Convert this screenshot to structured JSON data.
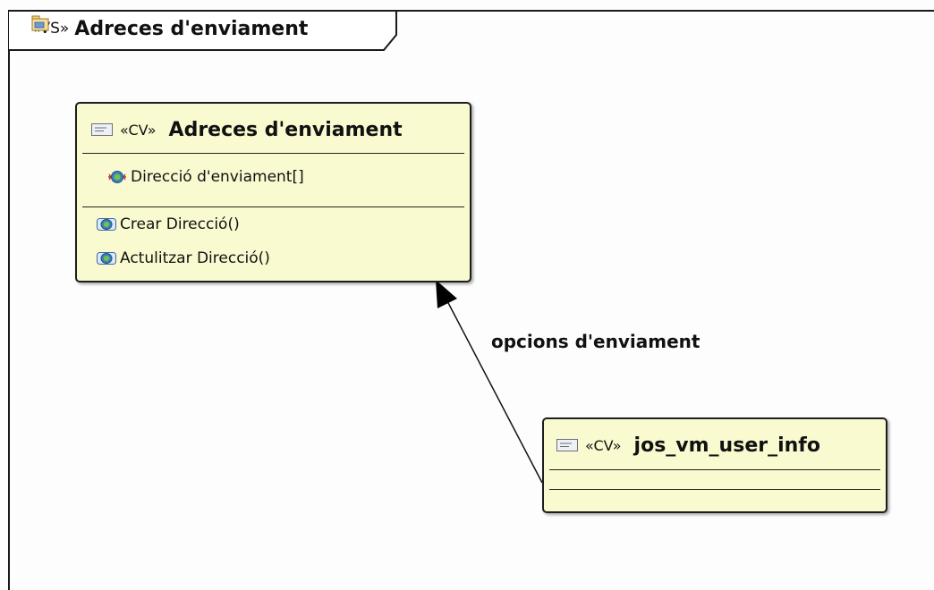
{
  "frame": {
    "stereotype": "«VS»",
    "title": "Adreces d'enviament",
    "icon": "package-icon"
  },
  "class_main": {
    "stereotype": "«CV»",
    "name": "Adreces d'enviament",
    "icon": "class-view-icon",
    "attributes": [
      {
        "label": "Direcció d'enviament[]",
        "icon": "attribute-icon"
      }
    ],
    "operations": [
      {
        "label": "Crear Direcció()",
        "icon": "operation-icon"
      },
      {
        "label": "Actulitzar Direcció()",
        "icon": "operation-icon"
      }
    ]
  },
  "class_user": {
    "stereotype": "«CV»",
    "name": "jos_vm_user_info",
    "icon": "class-view-icon"
  },
  "association": {
    "label": "opcions d'enviament"
  },
  "colors": {
    "class_fill": "#fafad0",
    "border": "#1e1e1e"
  }
}
